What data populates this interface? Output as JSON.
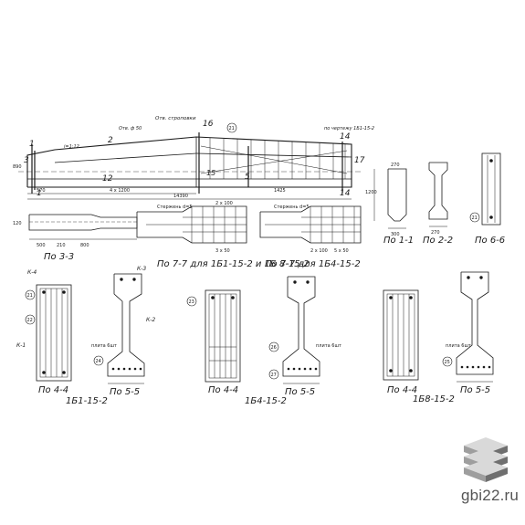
{
  "title_notes": {
    "slope_label": "i=1:12",
    "offset_label": "Отв. ф 50",
    "lifting_label": "Отв. строповки",
    "ref_label": "по чертежу 1Б1-15-2"
  },
  "callouts": {
    "main": [
      "1",
      "3",
      "2",
      "1",
      "5",
      "16",
      "14",
      "17",
      "12",
      "15",
      "14"
    ],
    "sections": [
      "21",
      "22",
      "23",
      "24",
      "25",
      "26",
      "27"
    ]
  },
  "dims": {
    "span_total": "14390",
    "left": "570",
    "mid": "4 x 1200",
    "right": "1425",
    "v1": "890",
    "v2": "120",
    "sec11_w": "270",
    "sec11_h": "300",
    "sec11_depth": "1200",
    "sec22_w": "270",
    "s3_a": "500",
    "s3_b": "210",
    "s3_c": "800",
    "s77_a": "2 x 100",
    "s77_b": "3 x 50",
    "s77c": "2 x 100",
    "s77d": "5 x 50",
    "rebar": "Стержень d=5",
    "plate": "плита 6шт",
    "k": [
      "К-1",
      "К-2",
      "К-3",
      "К-4"
    ]
  },
  "captions": {
    "s33": "По 3-3",
    "s77a": "По 7-7 для 1Б1-15-2 и 1Б 8-15-2",
    "s77b": "По 7-7 для 1Б4-15-2",
    "s11": "По 1-1",
    "s22": "По 2-2",
    "s66": "По 6-6",
    "s44a": "По 4-4",
    "s55a": "По 5-5",
    "s44b": "По 4-4",
    "s55b": "По 5-5",
    "s44c": "По 4-4",
    "s55c": "По 5-5",
    "beam1": "1Б1-15-2",
    "beam4": "1Б4-15-2",
    "beam8": "1Б8-15-2"
  },
  "watermark": {
    "text": "gbi22.ru",
    "logo": "stacked-slabs-logo",
    "colors": {
      "top": "#d9d9d9",
      "side": "#9e9e9e",
      "dark": "#6f6f6f"
    }
  },
  "ink": "#1a1a1a"
}
